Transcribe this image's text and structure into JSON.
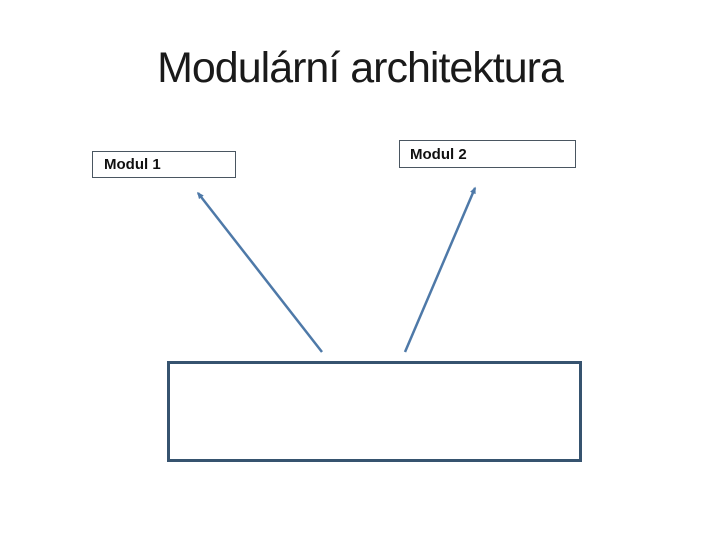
{
  "slide": {
    "title": "Modulární architektura",
    "modules": [
      {
        "label": "Modul 1"
      },
      {
        "label": "Modul 2"
      }
    ],
    "container": {
      "label": ""
    },
    "colors": {
      "title_text": "#1a1a1a",
      "connector": "#4e79a8",
      "module_border": "#4a5661",
      "container_border": "#36536f"
    }
  }
}
